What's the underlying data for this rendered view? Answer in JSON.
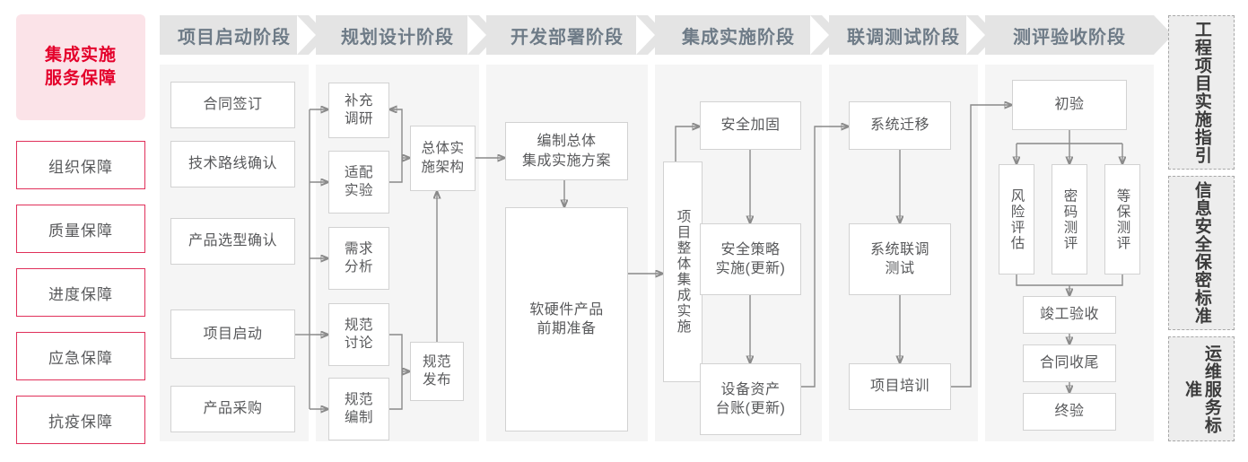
{
  "sidebar": {
    "header": "集成实施\n服务保障",
    "header_line1": "集成实施",
    "header_line2": "服务保障",
    "accent_color": "#E4002B",
    "header_bg": "#FBE3E8",
    "border_color": "#E0305A",
    "items": [
      {
        "label": "组织保障"
      },
      {
        "label": "质量保障"
      },
      {
        "label": "进度保障"
      },
      {
        "label": "应急保障"
      },
      {
        "label": "抗疫保障"
      }
    ]
  },
  "phases": [
    {
      "id": "kickoff",
      "banner": "项目启动阶段",
      "nodes": [
        {
          "id": "k1",
          "label": "合同签订"
        },
        {
          "id": "k2",
          "label": "技术路线确认"
        },
        {
          "id": "k3",
          "label": "产品选型确认"
        },
        {
          "id": "k4",
          "label": "项目启动"
        },
        {
          "id": "k5",
          "label": "产品采购"
        }
      ]
    },
    {
      "id": "planning",
      "banner": "规划设计阶段",
      "nodes": [
        {
          "id": "p1",
          "label": "补充\n调研",
          "l1": "补充",
          "l2": "调研"
        },
        {
          "id": "p2",
          "label": "适配\n实验",
          "l1": "适配",
          "l2": "实验"
        },
        {
          "id": "p3",
          "label": "需求\n分析",
          "l1": "需求",
          "l2": "分析"
        },
        {
          "id": "p4",
          "label": "规范\n讨论",
          "l1": "规范",
          "l2": "讨论"
        },
        {
          "id": "p5",
          "label": "规范\n编制",
          "l1": "规范",
          "l2": "编制"
        },
        {
          "id": "p6",
          "label": "总体实\n施架构",
          "l1": "总体实",
          "l2": "施架构"
        },
        {
          "id": "p7",
          "label": "规范\n发布",
          "l1": "规范",
          "l2": "发布"
        }
      ]
    },
    {
      "id": "develop",
      "banner": "开发部署阶段",
      "nodes": [
        {
          "id": "d1",
          "label": "编制总体\n集成实施方案",
          "l1": "编制总体",
          "l2": "集成实施方案"
        },
        {
          "id": "d2",
          "label": "软硬件产品\n前期准备",
          "l1": "软硬件产品",
          "l2": "前期准备"
        }
      ]
    },
    {
      "id": "integration",
      "banner": "集成实施阶段",
      "nodes": [
        {
          "id": "i0",
          "label": "项目整体集成实施"
        },
        {
          "id": "i1",
          "label": "安全加固"
        },
        {
          "id": "i2",
          "label": "安全策略\n实施(更新)",
          "l1": "安全策略",
          "l2": "实施(更新)"
        },
        {
          "id": "i3",
          "label": "设备资产\n台账(更新)",
          "l1": "设备资产",
          "l2": "台账(更新)"
        }
      ]
    },
    {
      "id": "testing",
      "banner": "联调测试阶段",
      "nodes": [
        {
          "id": "t1",
          "label": "系统迁移"
        },
        {
          "id": "t2",
          "label": "系统联调\n测试",
          "l1": "系统联调",
          "l2": "测试"
        },
        {
          "id": "t3",
          "label": "项目培训"
        }
      ]
    },
    {
      "id": "acceptance",
      "banner": "测评验收阶段",
      "nodes": [
        {
          "id": "a1",
          "label": "初验"
        },
        {
          "id": "a2",
          "label": "风险评估"
        },
        {
          "id": "a3",
          "label": "密码测评"
        },
        {
          "id": "a4",
          "label": "等保测评"
        },
        {
          "id": "a5",
          "label": "竣工验收"
        },
        {
          "id": "a6",
          "label": "合同收尾"
        },
        {
          "id": "a7",
          "label": "终验"
        }
      ]
    }
  ],
  "standards": [
    {
      "id": "std1",
      "label": "工程项目实施指引"
    },
    {
      "id": "std2",
      "label": "信息安全保密标准"
    },
    {
      "id": "std3",
      "label": "运维服务标准"
    }
  ]
}
